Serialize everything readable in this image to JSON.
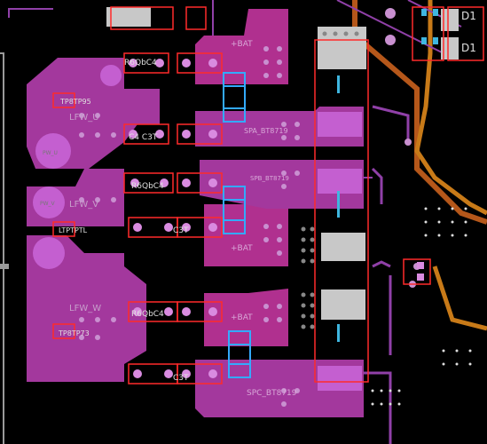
{
  "board": {
    "copper_color": "#b0308f",
    "copper_dark": "#8a1f6a",
    "pad_color": "#c45fd0",
    "pad_light": "#d98be0",
    "silk_white": "#d8d8d8",
    "silk_red": "#ff2a2a",
    "silk_blue": "#33aaff",
    "silk_label": "#c79fcb",
    "cyan_text": "#3fb6e0",
    "trace_orange": "#c87a18",
    "trace_violet": "#9040a8"
  },
  "pads": {
    "bat_top": "+BAT",
    "bat_mid": "+BAT",
    "bat_bot": "+BAT",
    "pw_u": "PW_U",
    "pw_v": "PW_V",
    "spa": "SPA_BT8719",
    "spb": "SPB_BT8719",
    "spc": "SPC_BT8719"
  },
  "silkscreen": {
    "lfw_u": "LFW_U",
    "lfw_v": "LFW_V",
    "lfw_w": "LFW_W",
    "tp_u": "TP8TP95",
    "tp_v": "LTPTPTL",
    "tp_w": "TP8TP73",
    "ref_top": "R6QbC4",
    "ref_upper": "C4 C3T",
    "ref_mid": "R6QbC4",
    "ref_mid2": "C3T",
    "ref_low": "R6QbC4",
    "ref_bot": "C3T",
    "r_top_left": "D1",
    "r_top_right": "D1"
  }
}
